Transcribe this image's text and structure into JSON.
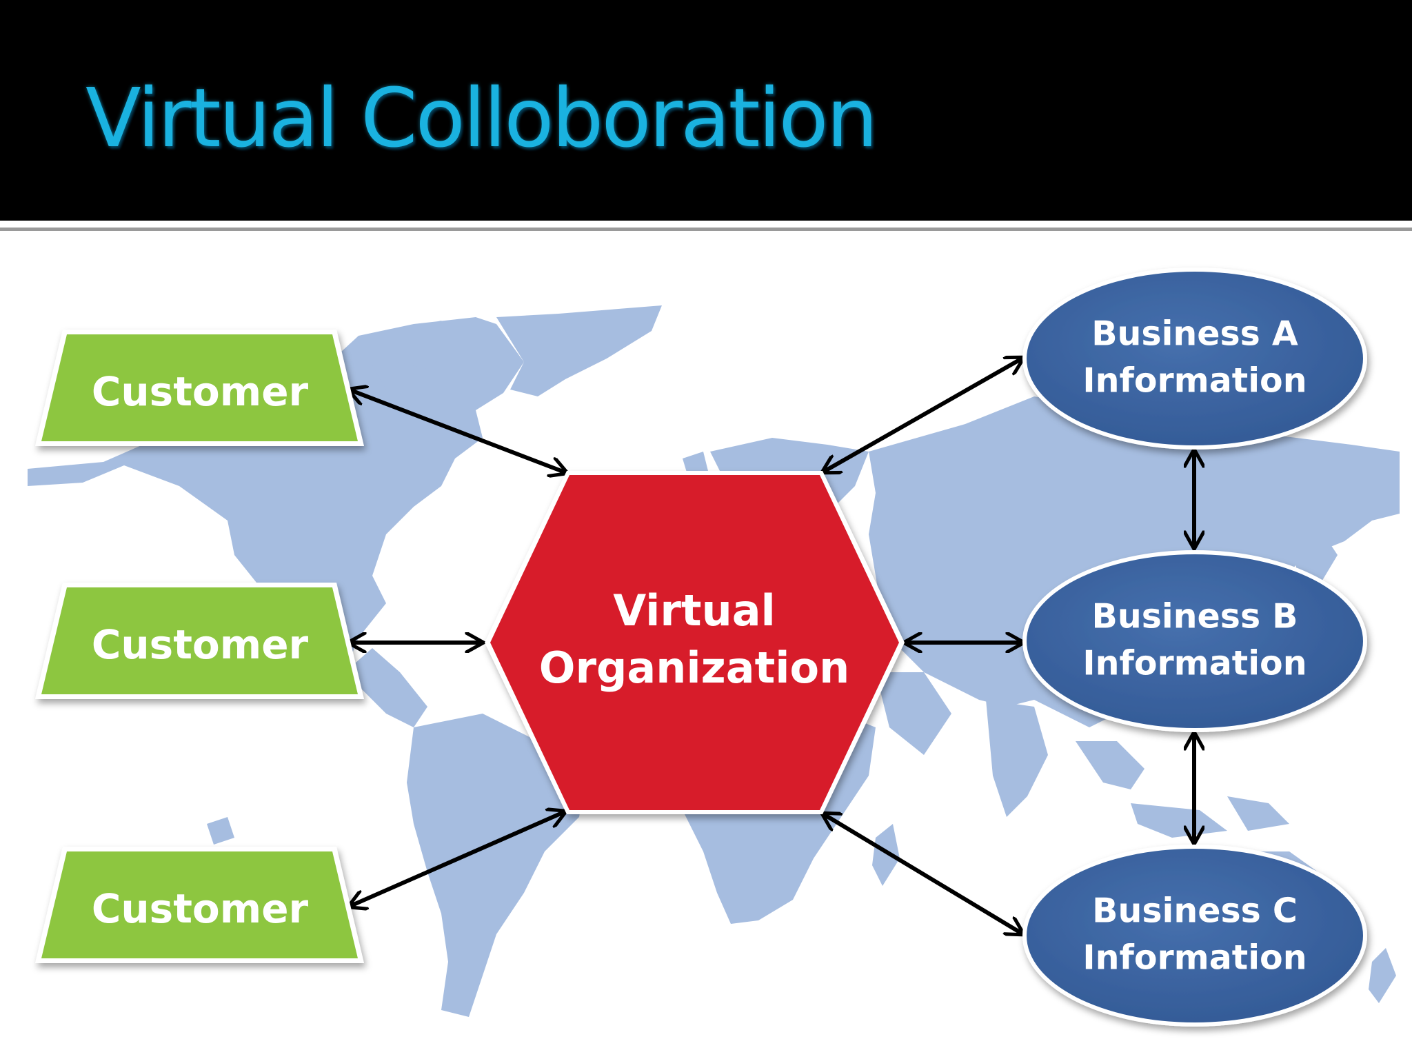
{
  "slide": {
    "title": "Virtual Colloboration"
  },
  "center": {
    "line1": "Virtual",
    "line2": "Organization"
  },
  "customers": [
    {
      "label": "Customer"
    },
    {
      "label": "Customer"
    },
    {
      "label": "Customer"
    }
  ],
  "businesses": [
    {
      "line1": "Business A",
      "line2": "Information"
    },
    {
      "line1": "Business B",
      "line2": "Information"
    },
    {
      "line1": "Business C",
      "line2": "Information"
    }
  ],
  "colors": {
    "title": "#1ab2e0",
    "header_background": "#000000",
    "customer_fill": "#8dc63f",
    "center_fill": "#d71f2a",
    "business_fill": "#3a62a0",
    "map": "#a6bde0",
    "arrows": "#000000"
  }
}
